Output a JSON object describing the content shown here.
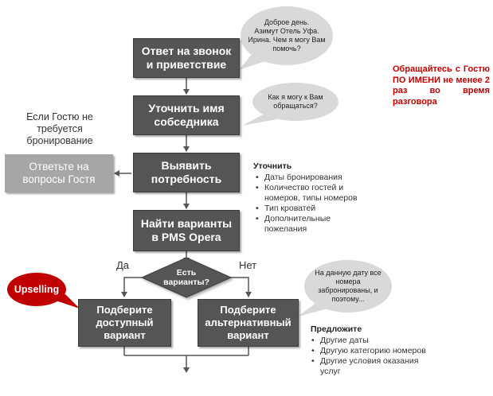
{
  "steps": {
    "greeting": "Ответ на звонок\nи приветствие",
    "clarify_name": "Уточнить имя\nсобседника",
    "identify_need": "Выявить\nпотребность",
    "find_options": "Найти варианты\nв PMS Opera",
    "decision": "Есть\nварианты?",
    "yes": "Да",
    "no": "Нет",
    "offer_available": "Подберите\nдоступный\nвариант",
    "offer_alternative": "Подберите\nальтернативный\nвариант"
  },
  "bubbles": {
    "greeting_speech": "Доброе день.\nАзимут Отель Уфа.\nИрина. Чем я могу Вам\nпомочь?",
    "name_speech": "Как я могу к Вам\nобращаться?",
    "no_rooms_speech": "На данную дату все\nномера\nзабронированы, и\nпоэтому..."
  },
  "side": {
    "no_booking_note": "Если Гостю не\nтребуется\nбронирование",
    "answer_questions": "Ответьте на\nвопросы Гостя",
    "upselling": "Upselling",
    "name_rule": "Обращайтесь с Гостю ПО ИМЕНИ не менее 2 раз во время разговора"
  },
  "clarify": {
    "heading": "Уточнить",
    "items": [
      "Даты бронирования",
      "Количество гостей и номеров, типы номеров",
      "Тип кроватей",
      "Дополнительные пожелания"
    ]
  },
  "propose": {
    "heading": "Предложите",
    "items": [
      "Другие даты",
      "Другую категорию номеров",
      "Другие условия оказания услуг"
    ]
  },
  "colors": {
    "box": "#555555",
    "side_box": "#a6a6a6",
    "bubble": "#d9d9d9",
    "upselling": "#c00000",
    "accent_text": "#c00000"
  }
}
